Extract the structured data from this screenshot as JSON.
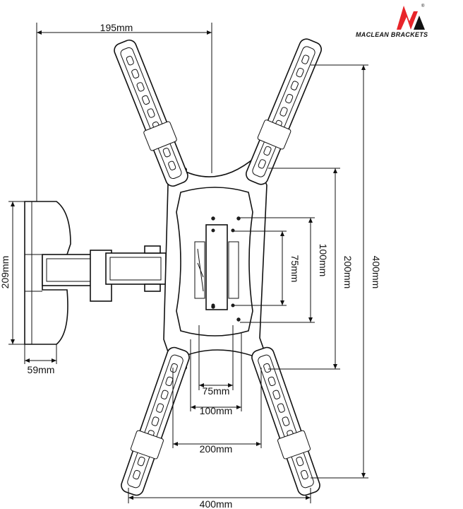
{
  "logo": {
    "brand": "MACLEAN BRACKETS",
    "mark": "M",
    "accent": "#e8252a"
  },
  "dimensions": {
    "top_width": "195mm",
    "total_height": "400mm",
    "vesa_200_vertical": "200mm",
    "vesa_100_vertical": "100mm",
    "vesa_75_vertical": "75mm",
    "wall_plate_height": "209mm",
    "wall_plate_depth": "59mm",
    "vesa_75_horizontal": "75mm",
    "vesa_100_horizontal": "100mm",
    "vesa_200_horizontal": "200mm",
    "total_width": "400mm"
  }
}
